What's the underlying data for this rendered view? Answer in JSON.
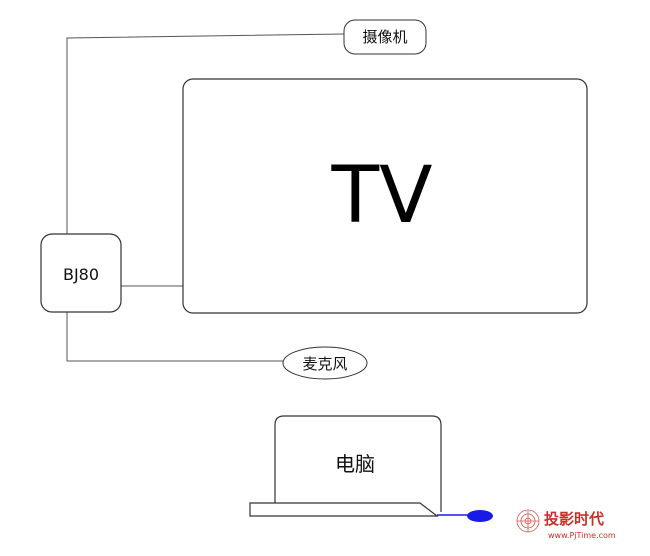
{
  "diagram": {
    "nodes": {
      "camera": "摄像机",
      "tv": "TV",
      "hub": "BJ80",
      "mic": "麦克风",
      "pc": "电脑"
    },
    "connections": [
      {
        "from": "hub",
        "to": "camera"
      },
      {
        "from": "hub",
        "to": "tv"
      },
      {
        "from": "hub",
        "to": "mic"
      }
    ]
  },
  "watermark": {
    "brand_cn": "投影时代",
    "brand_url": "www.PjTime.com"
  },
  "colors": {
    "stroke": "#444444",
    "accent_blue": "#1a1ae6",
    "watermark_red": "#c9302c"
  }
}
